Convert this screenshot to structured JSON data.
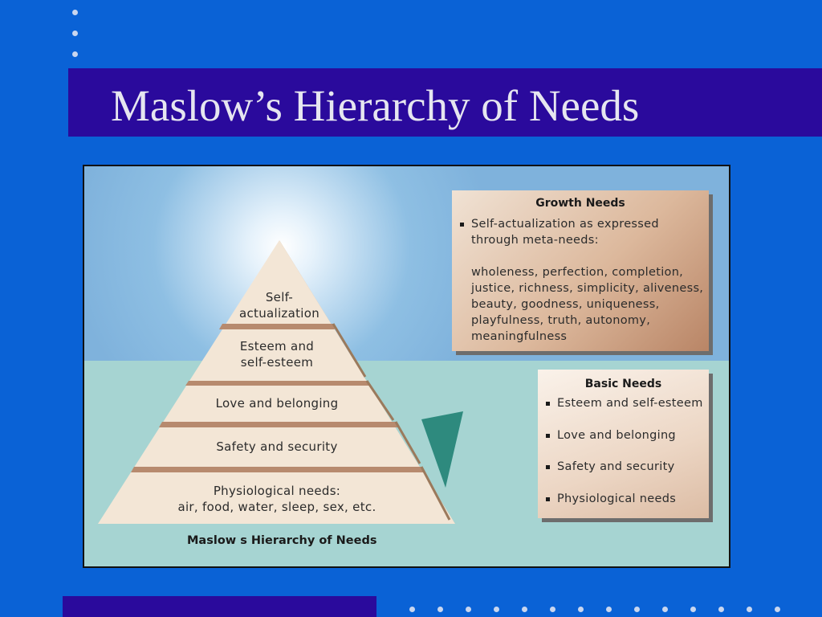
{
  "slide": {
    "title": "Maslow’s Hierarchy of Needs"
  },
  "figure": {
    "caption": "Maslow s Hierarchy of Needs",
    "pyramid_levels": [
      {
        "label_lines": [
          "Self-",
          "actualization"
        ]
      },
      {
        "label_lines": [
          "Esteem  and",
          "self-esteem"
        ]
      },
      {
        "label_lines": [
          "Love  and  belonging"
        ]
      },
      {
        "label_lines": [
          "Safety  and  security"
        ]
      },
      {
        "label_lines": [
          "Physiological  needs:",
          "air, food, water, sleep, sex, etc."
        ]
      }
    ],
    "growth_needs": {
      "heading": "Growth Needs",
      "bullet": "Self-actualization  as  expressed through  meta-needs:",
      "meta_needs": "wholeness,  perfection,  completion, justice,  richness,  simplicity,  aliveness, beauty,  goodness,  uniqueness, playfulness,  truth,  autonomy, meaningfulness"
    },
    "basic_needs": {
      "heading": "Basic Needs",
      "items": [
        "Esteem  and  self-esteem",
        "Love  and  belonging",
        "Safety  and  security",
        "Physiological  needs"
      ]
    }
  },
  "colors": {
    "background": "#0a62d6",
    "title_bar": "#2a0a9c",
    "title_text": "#e6e6f0"
  }
}
